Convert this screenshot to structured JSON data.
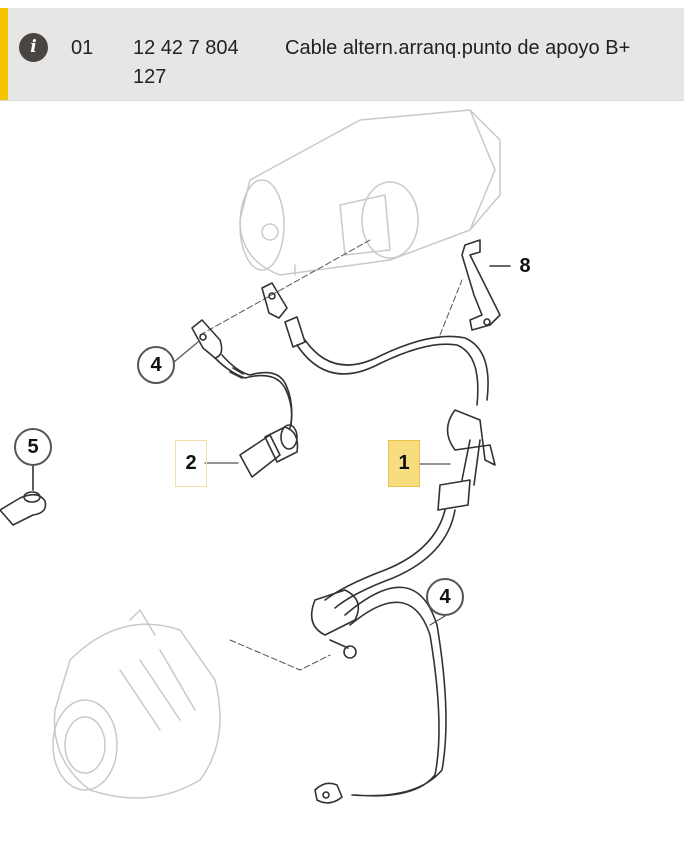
{
  "part_row": {
    "icon": "info-icon",
    "position": "01",
    "part_number": "12 42 7 804 127",
    "description": "Cable altern.arranq.punto de apoyo B+"
  },
  "diagram": {
    "callouts": [
      {
        "label": "4",
        "shape": "circle"
      },
      {
        "label": "2",
        "shape": "box"
      },
      {
        "label": "1",
        "shape": "box",
        "selected": true
      },
      {
        "label": "8",
        "shape": "plain"
      },
      {
        "label": "5",
        "shape": "circle"
      },
      {
        "label": "4",
        "shape": "circle"
      }
    ]
  },
  "colors": {
    "accent": "#f5c400",
    "selected": "#f8dd80",
    "header_bg": "#e6e6e6"
  }
}
